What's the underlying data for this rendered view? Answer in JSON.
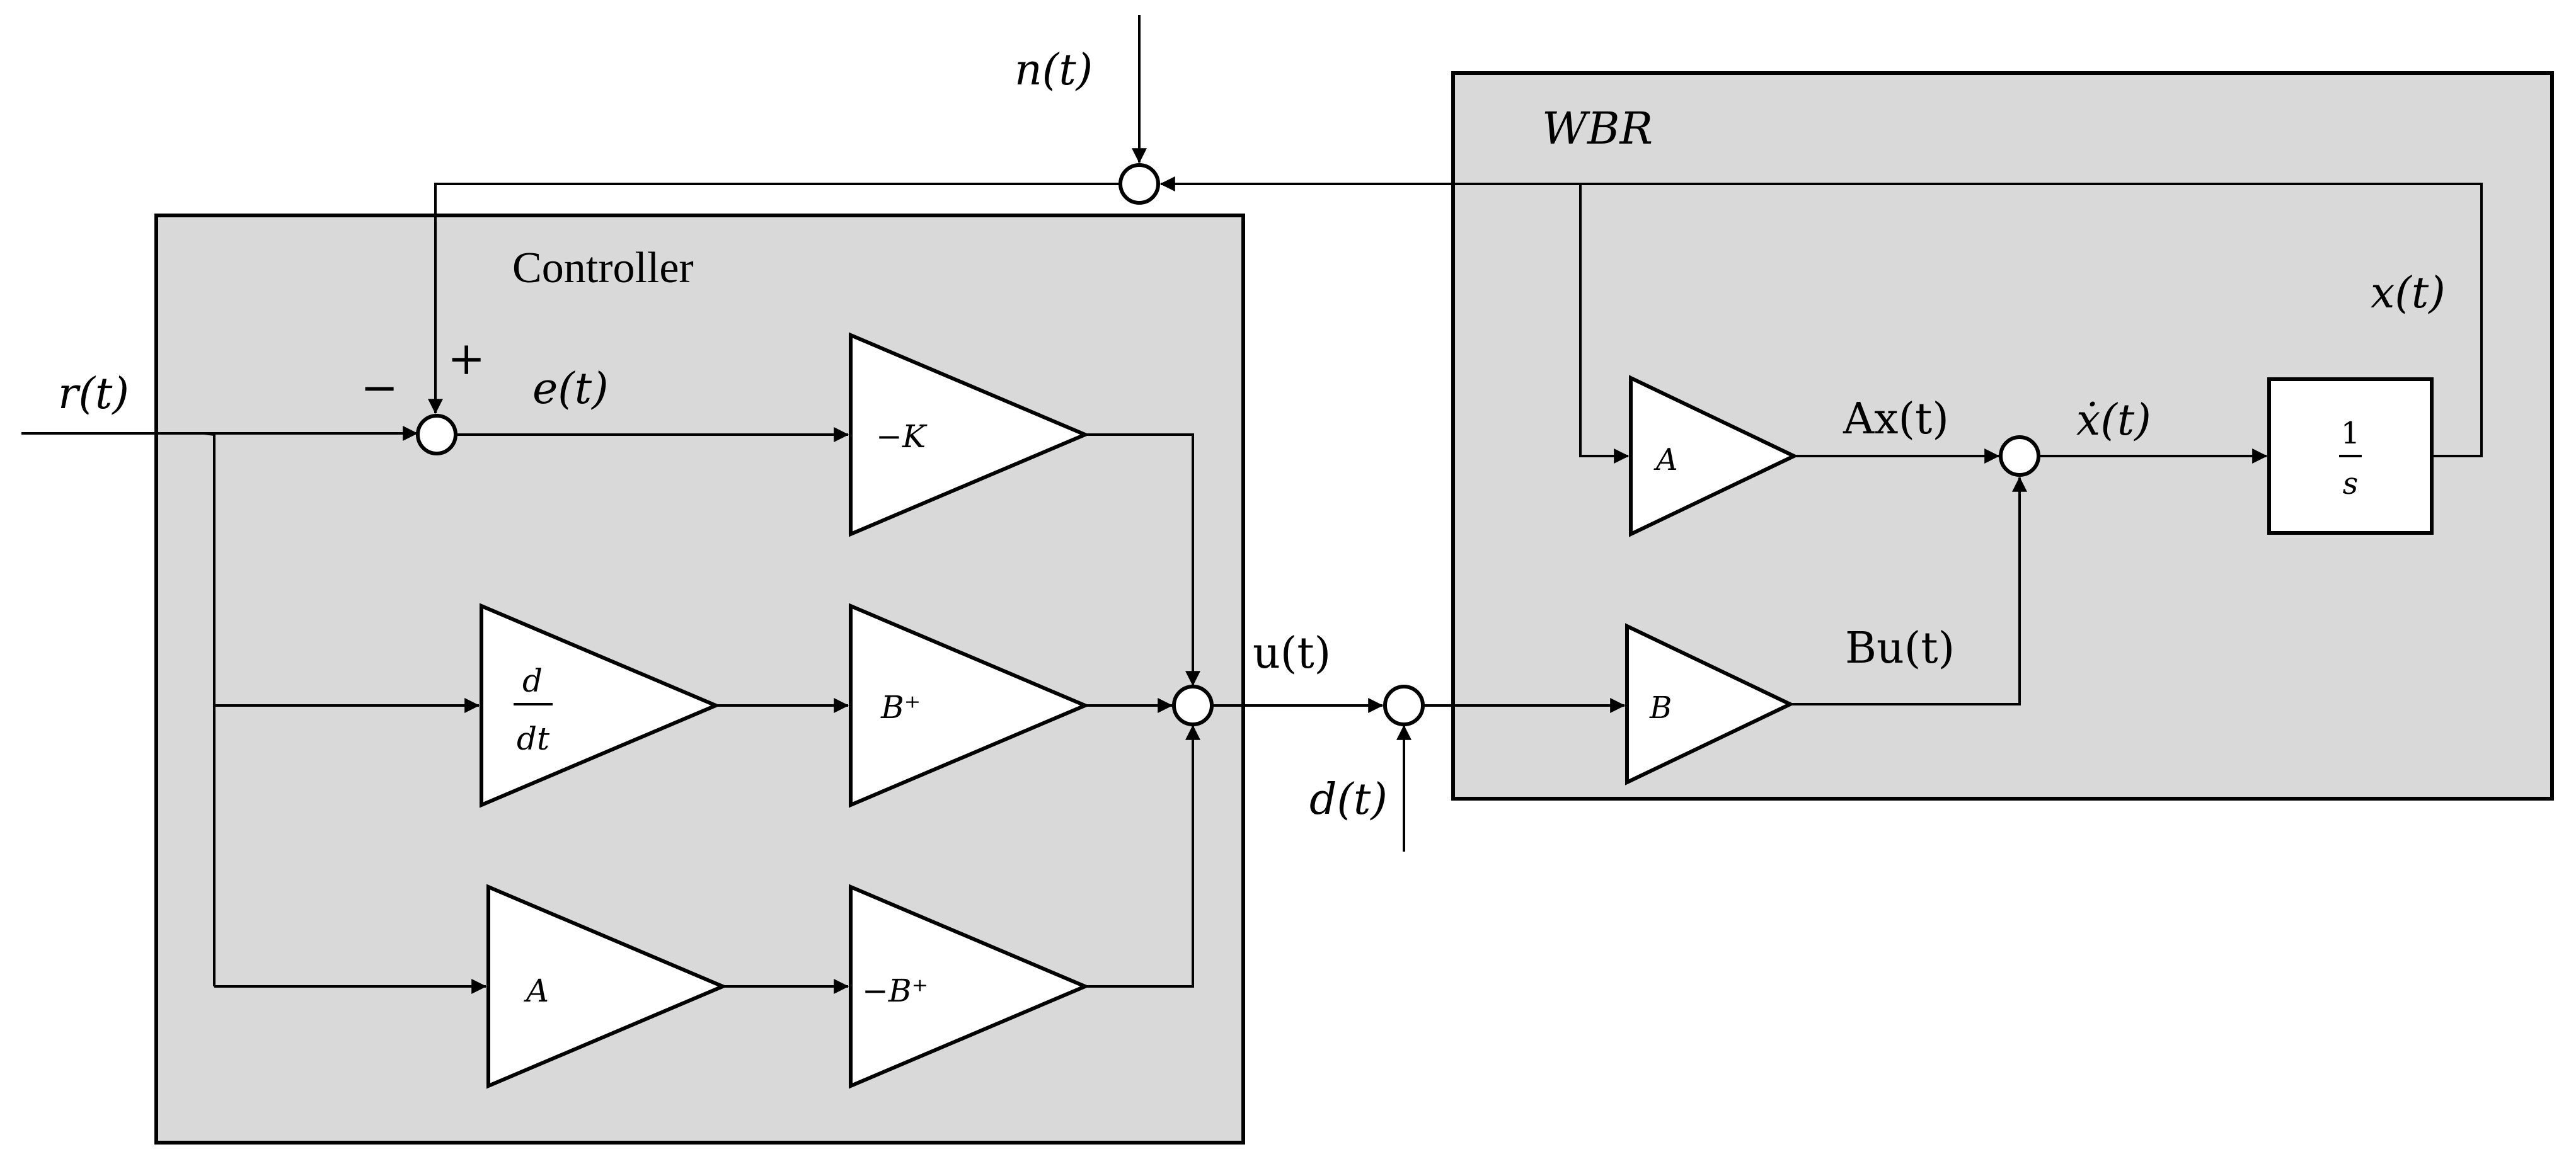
{
  "diagram": {
    "controller": {
      "title": "Controller",
      "gain_k": "−K",
      "deriv_num": "d",
      "deriv_den": "dt",
      "gain_bplus": "B⁺",
      "gain_a": "A",
      "gain_neg_bplus": "−B⁺"
    },
    "plant": {
      "title": "WBR",
      "gain_a": "A",
      "gain_b": "B",
      "integrator_num": "1",
      "integrator_den": "s"
    },
    "signals": {
      "n": "n(t)",
      "r": "r(t)",
      "e": "e(t)",
      "u": "u(t)",
      "d": "d(t)",
      "x": "x(t)",
      "xdot": "ẋ(t)",
      "ax": "Ax(t)",
      "bu": "Bu(t)"
    },
    "signs": {
      "minus": "−",
      "plus": "+"
    }
  }
}
